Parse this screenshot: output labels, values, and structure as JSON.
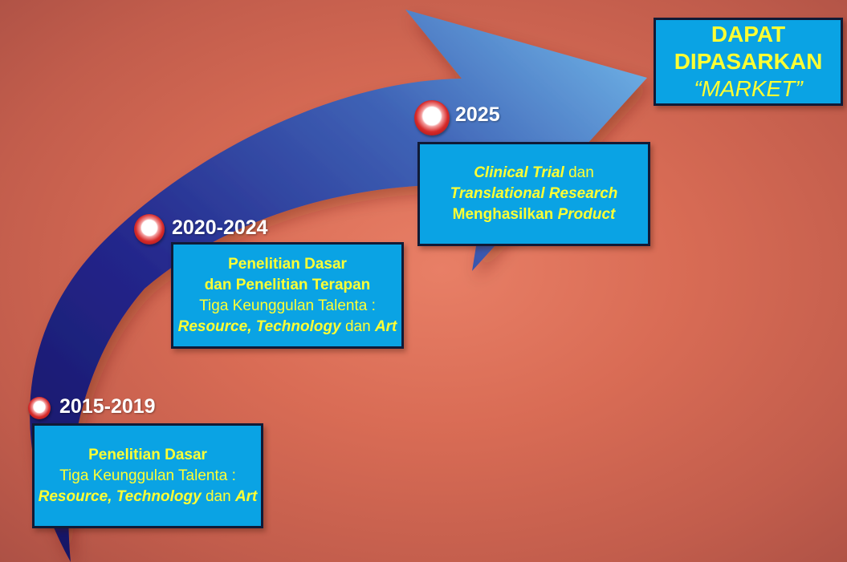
{
  "colors": {
    "background": "#d96c55",
    "box_fill": "#0aa3e4",
    "box_text": "#ffff33",
    "year_text": "#ffffff",
    "arrow_start": "#1c1f73",
    "arrow_end": "#6cb6e8",
    "marker": "#d62a2a"
  },
  "icons": {
    "arrow": "curved-arrow-icon",
    "marker": "milestone-marker-icon"
  },
  "stages": [
    {
      "year": "2015-2019",
      "line1": "Penelitian Dasar",
      "line2": "Tiga Keunggulan Talenta :",
      "resource": "Resource,",
      "technology": "Technology",
      "dan": "dan",
      "art": "Art"
    },
    {
      "year": "2020-2024",
      "line1": "Penelitian Dasar",
      "line1b": "dan Penelitian Terapan",
      "line2": "Tiga Keunggulan Talenta :",
      "resource": "Resource,",
      "technology": "Technology",
      "dan": "dan",
      "art": "Art"
    },
    {
      "year": "2025",
      "clinical": "Clinical Trial",
      "dan": "dan",
      "translational": "Translational Research",
      "menghasilkan": "Menghasilkan",
      "product": "Product"
    }
  ],
  "target": {
    "line1": "DAPAT DIPASARKAN",
    "line2": "“MARKET”"
  }
}
